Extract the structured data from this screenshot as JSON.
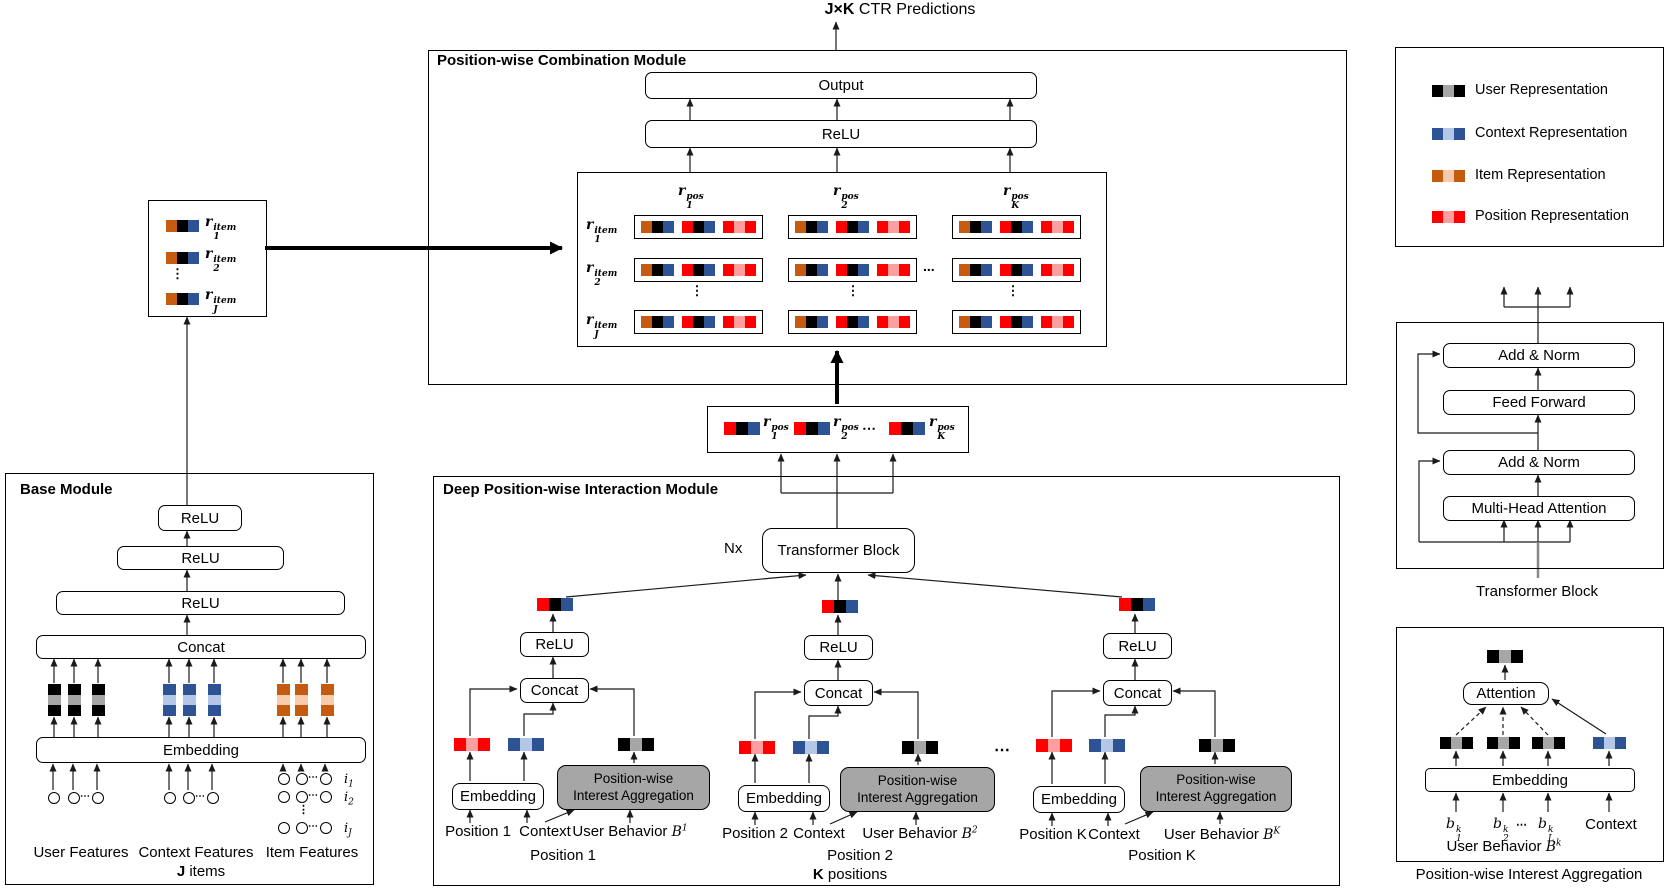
{
  "sym": {
    "vdots": "⋮",
    "hdots": "⋯",
    "dots3": "..."
  },
  "header": {
    "title_bold": "J×K",
    "title_rest": " CTR Predictions"
  },
  "colors": {
    "user": "#000000",
    "user_light": "#a6a6a6",
    "context": "#2e5395",
    "context_light": "#b4c7e7",
    "item": "#c55a11",
    "item_light": "#f8cbad",
    "position": "#ff0000",
    "position_light": "#ff9e9e",
    "aggregation_fill": "#a6a6a6"
  },
  "legend": {
    "items": [
      "User Representation",
      "Context Representation",
      "Item Representation",
      "Position Representation"
    ]
  },
  "combination_module": {
    "title": "Position-wise Combination Module",
    "output_label": "Output",
    "relu_label": "ReLU",
    "col_labels": [
      {
        "b": "r",
        "sup": "pos",
        "sub": "1"
      },
      {
        "b": "r",
        "sup": "pos",
        "sub": "2"
      },
      {
        "b": "r",
        "sup": "pos",
        "sub": "K"
      }
    ],
    "row_labels": [
      {
        "b": "r",
        "sup": "item",
        "sub": "1"
      },
      {
        "b": "r",
        "sup": "item",
        "sub": "2"
      },
      {
        "b": "r",
        "sup": "item",
        "sub": "J"
      }
    ]
  },
  "item_box": {
    "labels": [
      {
        "b": "r",
        "sup": "item",
        "sub": "1"
      },
      {
        "b": "r",
        "sup": "item",
        "sub": "2"
      },
      {
        "b": "r",
        "sup": "item",
        "sub": "J"
      }
    ]
  },
  "base_module": {
    "title": "Base Module",
    "relu1": "ReLU",
    "relu2": "ReLU",
    "relu3": "ReLU",
    "concat": "Concat",
    "embedding": "Embedding",
    "user_features": "User Features",
    "context_features": "Context Features",
    "item_features": "Item Features",
    "j_bold": "J",
    "j_rest": " items",
    "item_row_labels": [
      {
        "b": "i",
        "sub": "1"
      },
      {
        "b": "i",
        "sub": "2"
      },
      {
        "b": "i",
        "sub": "J"
      }
    ]
  },
  "pos_box": {
    "labels": [
      {
        "b": "r",
        "sup": "pos",
        "sub": "1"
      },
      {
        "b": "r",
        "sup": "pos",
        "sub": "2"
      },
      {
        "b": "r",
        "sup": "pos",
        "sub": "K"
      }
    ]
  },
  "deep_module": {
    "title": "Deep Position-wise Interaction Module",
    "nx": "Nx",
    "transformer": "Transformer Block",
    "k_bold": "K",
    "k_rest": " positions",
    "branches": [
      {
        "relu": "ReLU",
        "concat": "Concat",
        "embedding": "Embedding",
        "ia_line1": "Position-wise",
        "ia_line2": "Interest Aggregation",
        "position": "Position 1",
        "context": "Context",
        "behavior_prefix": "User Behavior ",
        "behavior_b": "B",
        "behavior_sup": "1",
        "caption": "Position 1"
      },
      {
        "relu": "ReLU",
        "concat": "Concat",
        "embedding": "Embedding",
        "ia_line1": "Position-wise",
        "ia_line2": "Interest Aggregation",
        "position": "Position 2",
        "context": "Context",
        "behavior_prefix": "User Behavior ",
        "behavior_b": "B",
        "behavior_sup": "2",
        "caption": "Position 2"
      },
      {
        "relu": "ReLU",
        "concat": "Concat",
        "embedding": "Embedding",
        "ia_line1": "Position-wise",
        "ia_line2": "Interest Aggregation",
        "position": "Position K",
        "context": "Context",
        "behavior_prefix": "User Behavior ",
        "behavior_b": "B",
        "behavior_sup": "K",
        "caption": "Position K"
      }
    ]
  },
  "transformer_detail": {
    "add_norm_1": "Add & Norm",
    "feed_forward": "Feed Forward",
    "add_norm_2": "Add & Norm",
    "mha": "Multi-Head Attention",
    "caption": "Transformer Block"
  },
  "pia_detail": {
    "attention": "Attention",
    "embedding": "Embedding",
    "context": "Context",
    "inputs": [
      {
        "b": "b",
        "sup": "k",
        "sub": "1"
      },
      {
        "b": "b",
        "sup": "k",
        "sub": "2"
      },
      {
        "b": "b",
        "sup": "k",
        "sub": "L"
      }
    ],
    "behavior_prefix": "User Behavior ",
    "behavior_b": "B",
    "behavior_sup": "k",
    "caption": "Position-wise Interest Aggregation"
  }
}
